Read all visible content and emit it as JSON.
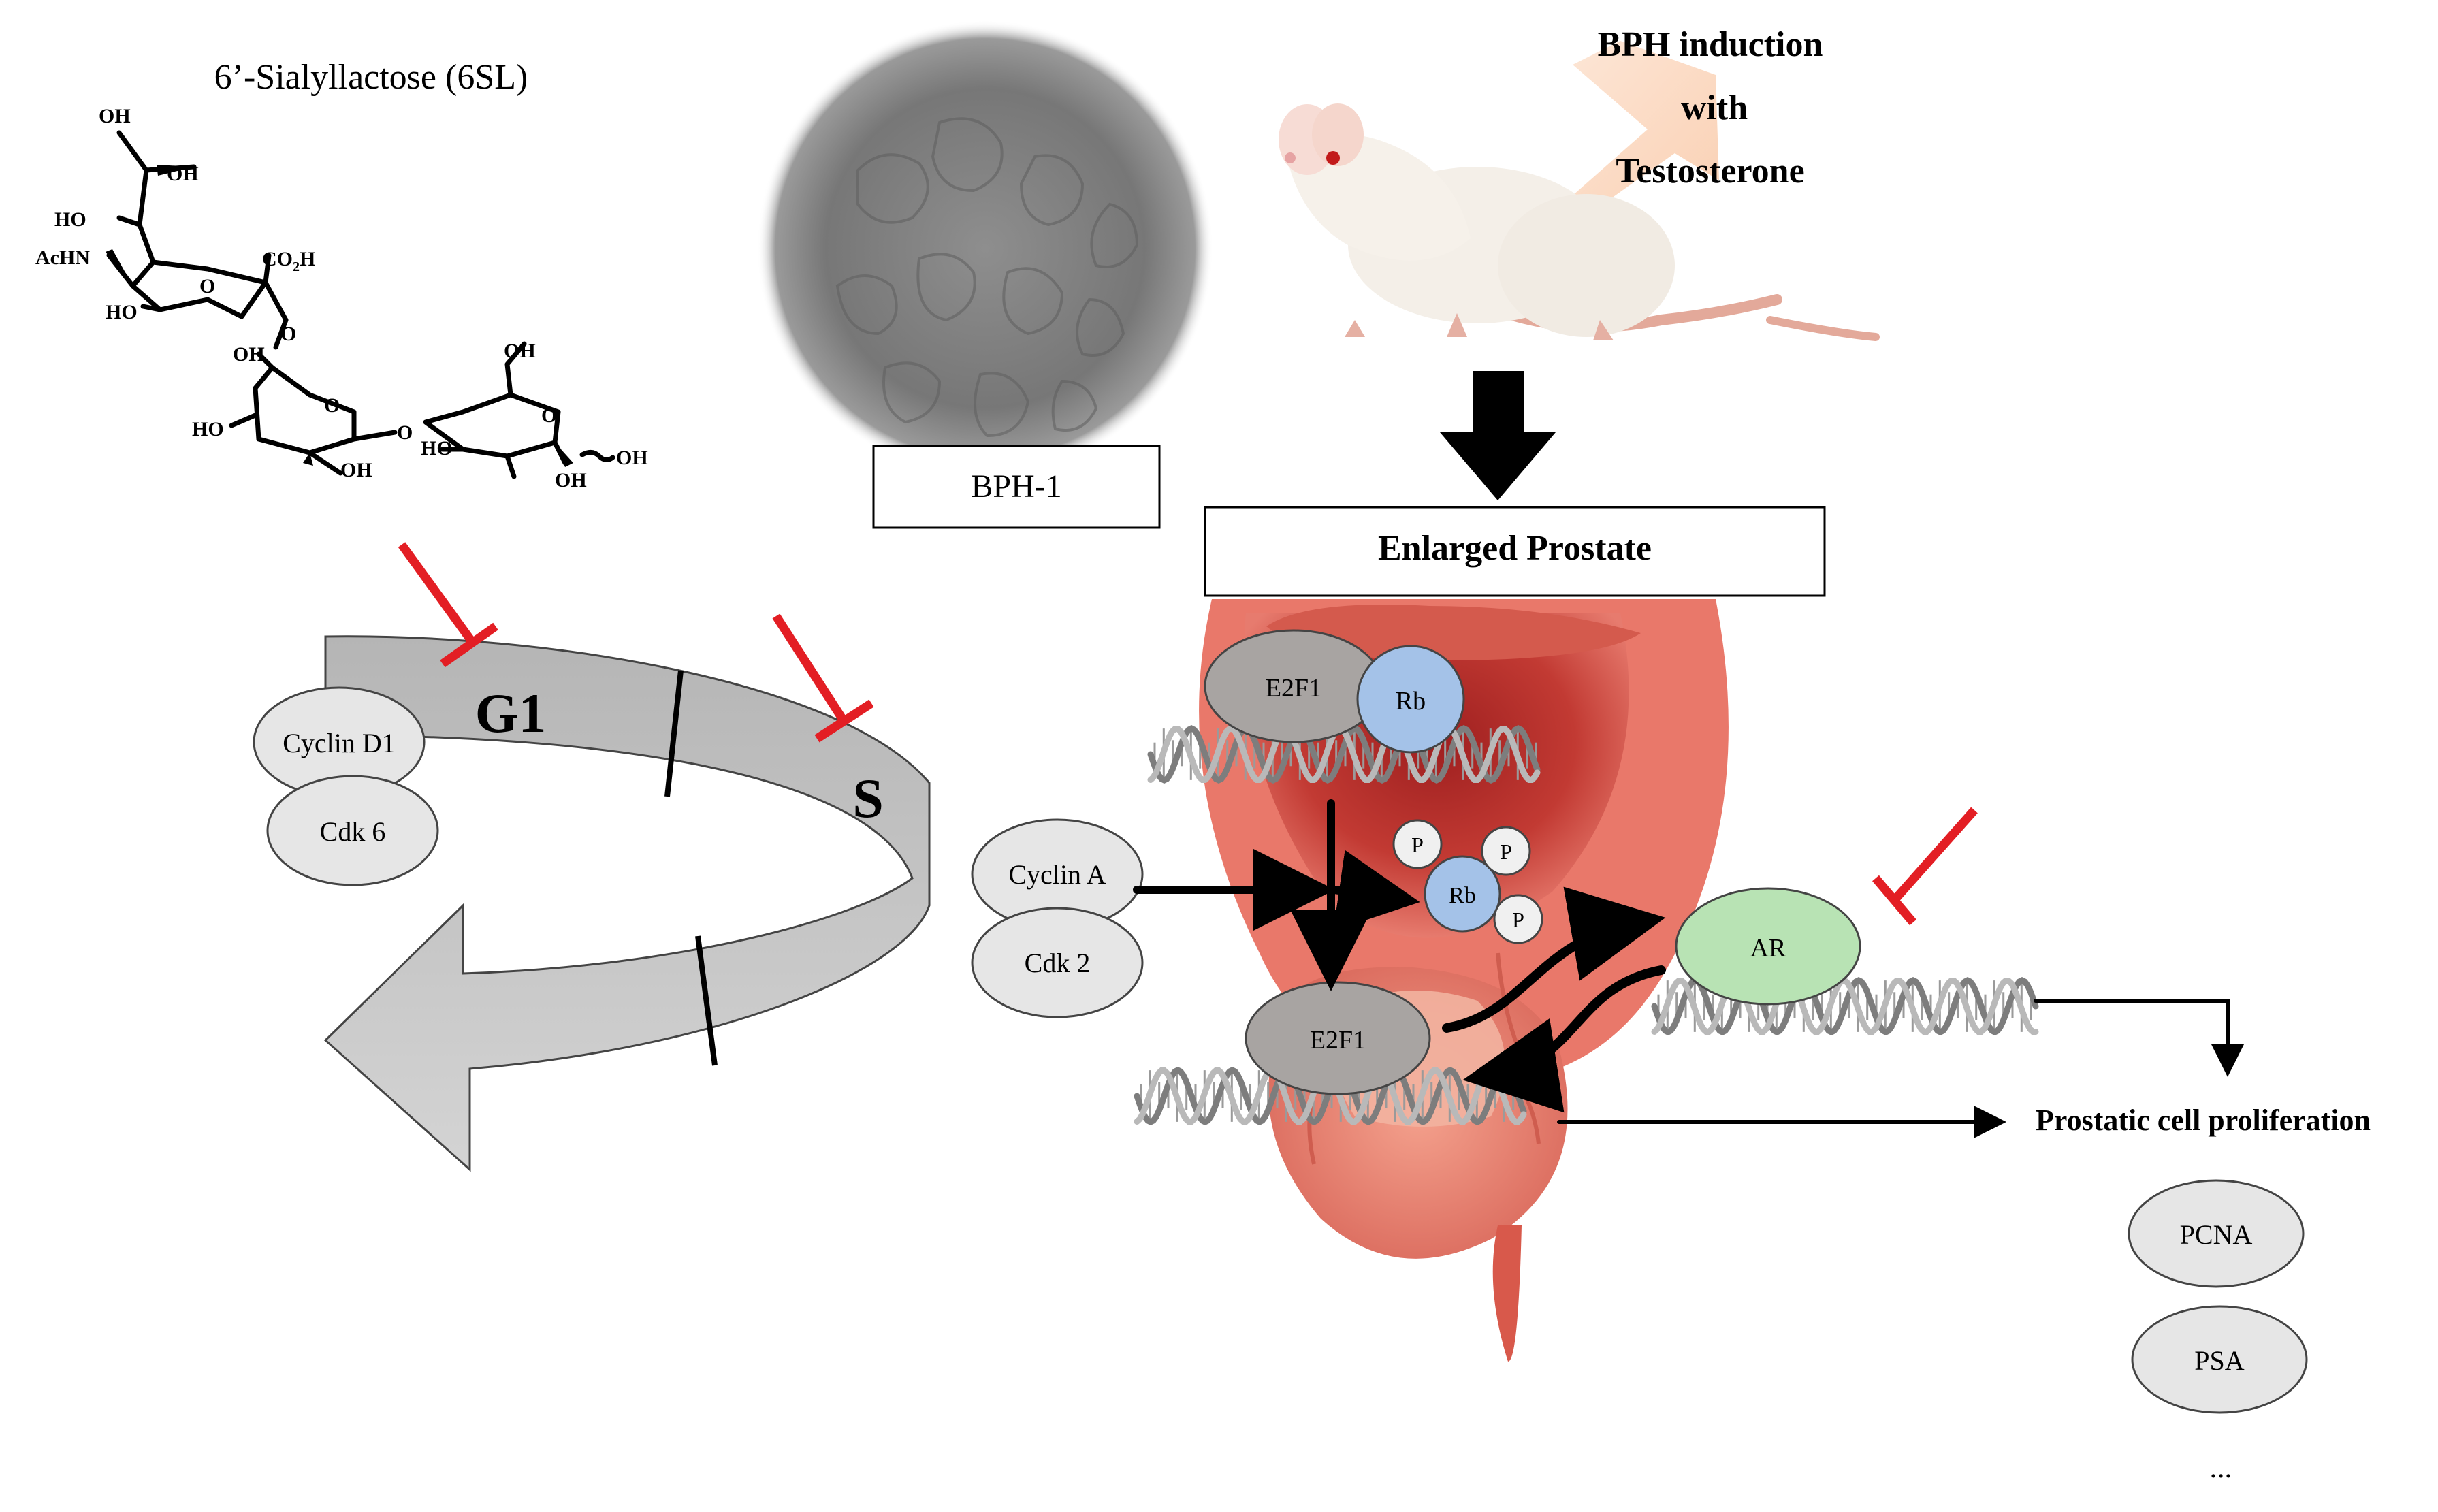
{
  "compound": {
    "title": "6’-Sialyllactose (6SL)",
    "atoms": {
      "oh_top": "OH",
      "oh_glycerol": "OH",
      "ho_c7": "HO",
      "achn": "AcHN",
      "co2h_main": "CO",
      "co2h_sub": "2",
      "co2h_tail": "H",
      "ho_ring1": "HO",
      "o_ring1": "O",
      "o_link1": "O",
      "oh_gal_top": "OH",
      "oh_gal_c6": "OH",
      "ho_gal": "HO",
      "o_gal_ring": "O",
      "oh_gal_bottom": "OH",
      "o_link2": "O",
      "ho_glc": "HO",
      "o_glc_ring": "O",
      "oh_glc_top": "OH",
      "oh_glc_bottom": "OH",
      "oh_glc_anomeric": "OH"
    }
  },
  "cell_image": {
    "label": "BPH-1"
  },
  "induction": {
    "line1": "BPH induction",
    "line2": "with",
    "line3": "Testosterone"
  },
  "prostate": {
    "label": "Enlarged Prostate"
  },
  "cell_cycle": {
    "phase_g1": "G1",
    "phase_s": "S",
    "cyclin_d1": "Cyclin D1",
    "cdk6": "Cdk 6",
    "cyclin_a": "Cyclin A",
    "cdk2": "Cdk 2"
  },
  "pathway": {
    "e2f1_top": "E2F1",
    "rb_top": "Rb",
    "rb_mid": "Rb",
    "p1": "P",
    "p2": "P",
    "p3": "P",
    "e2f1_bottom": "E2F1",
    "ar": "AR"
  },
  "outcome": {
    "label": "Prostatic cell proliferation",
    "markers": [
      "PCNA",
      "PSA"
    ],
    "ellipsis": "..."
  },
  "colors": {
    "inhibit_red": "#e31e24",
    "protein_gray": "#e6e6e6",
    "e2f1_gray": "#a8a4a2",
    "rb_blue": "#a4c2e8",
    "ar_green": "#b8e3b4",
    "cycle_band": "#c4c4c4",
    "prostate_red": "#e05a4e"
  }
}
